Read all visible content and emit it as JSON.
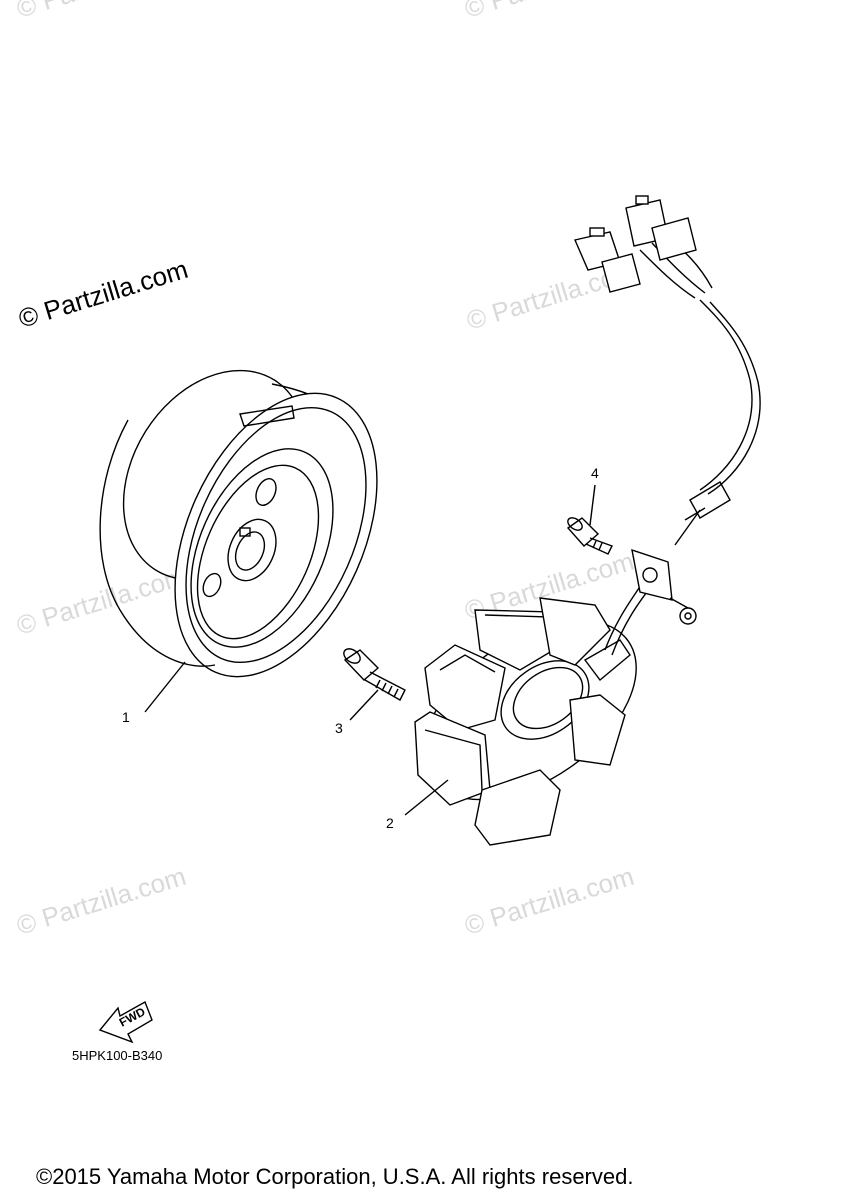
{
  "watermark": {
    "main_text": "© Partzilla.com",
    "faint_text": "© Partzilla.com"
  },
  "callouts": {
    "part_1": "1",
    "part_2": "2",
    "part_3": "3",
    "part_4": "4"
  },
  "fwd_label": "FWD",
  "diagram_code": "5HPK100-B340",
  "copyright": "©2015 Yamaha Motor Corporation, U.S.A. All rights reserved."
}
